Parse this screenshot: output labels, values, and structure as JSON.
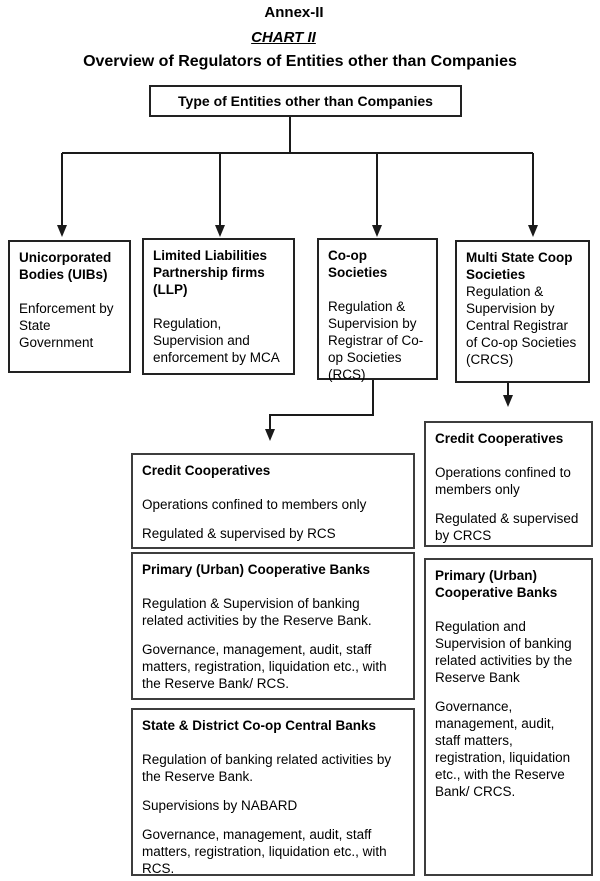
{
  "header": {
    "annex": "Annex-II",
    "chart": "CHART II",
    "title": "Overview of Regulators of Entities other than Companies"
  },
  "root": {
    "label": "Type of Entities other than Companies"
  },
  "level1": {
    "uib": {
      "title": "Unicorporated Bodies (UIBs)",
      "body": "Enforcement by State Government"
    },
    "llp": {
      "title": "Limited Liabilities Partnership firms (LLP)",
      "body": "Regulation, Supervision and enforcement by MCA"
    },
    "coop": {
      "title": "Co-op Societies",
      "body": "Regulation & Supervision by Registrar of Co-op Societies (RCS)"
    },
    "multi_state": {
      "title": "Multi State Coop Societies",
      "body": "Regulation & Supervision by Central Registrar of Co-op Societies (CRCS)"
    }
  },
  "rcs_branch": {
    "credit": {
      "title": "Credit Cooperatives",
      "p1": "Operations confined to members only",
      "p2": "Regulated & supervised by RCS"
    },
    "primary": {
      "title": "Primary (Urban) Cooperative Banks",
      "p1": "Regulation & Supervision of banking related activities by the Reserve Bank.",
      "p2": "Governance, management, audit, staff matters, registration, liquidation etc., with the Reserve Bank/ RCS."
    },
    "state_district": {
      "title": "State & District Co-op Central Banks",
      "p1": "Regulation of banking related activities by the Reserve Bank.",
      "p2": "Supervisions by NABARD",
      "p3": "Governance, management, audit, staff matters, registration, liquidation etc., with RCS."
    }
  },
  "crcs_branch": {
    "credit": {
      "title": "Credit Cooperatives",
      "p1": "Operations confined to members only",
      "p2": "Regulated & supervised by CRCS"
    },
    "primary": {
      "title": "Primary (Urban) Cooperative Banks",
      "p1": "Regulation and Supervision of banking related activities by the Reserve Bank",
      "p2": "Governance, management, audit, staff matters, registration, liquidation etc., with the Reserve Bank/ CRCS."
    }
  },
  "colors": {
    "line": "#1a1a1a",
    "border": "#222222",
    "text": "#000000",
    "background": "#ffffff"
  }
}
